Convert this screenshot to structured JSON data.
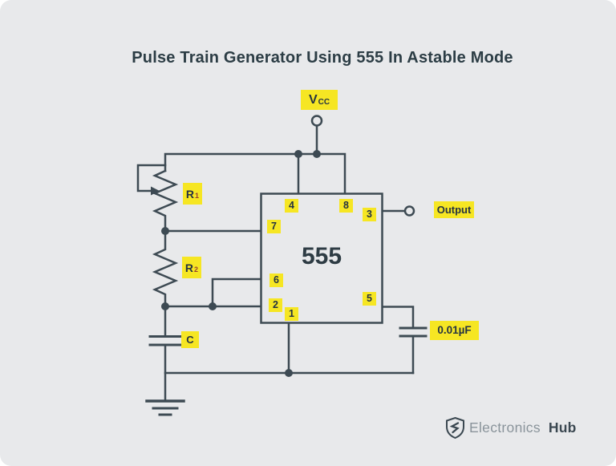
{
  "title": "Pulse Train Generator Using 555 In Astable Mode",
  "colors": {
    "background": "#e8e9eb",
    "wire": "#3d4a53",
    "highlight_yellow": "#f6e623",
    "text_dark": "#2c3d45",
    "subscript_red": "#96402e",
    "logo_gray": "#8a949b"
  },
  "circuit": {
    "ic_label": "555",
    "vcc_label": {
      "main": "V",
      "sub": "CC"
    },
    "output_label": "Output",
    "timing_cap_label": {
      "main": "C",
      "sub": ""
    },
    "control_cap_label": "0.01µF",
    "r1_label": {
      "main": "R",
      "sub": "1"
    },
    "r2_label": {
      "main": "R",
      "sub": "2"
    },
    "pins": [
      {
        "number": "4"
      },
      {
        "number": "8"
      },
      {
        "number": "3"
      },
      {
        "number": "7"
      },
      {
        "number": "6"
      },
      {
        "number": "2"
      },
      {
        "number": "1"
      },
      {
        "number": "5"
      }
    ]
  },
  "footer": {
    "brand_light": "Electronics",
    "brand_bold": "Hub"
  }
}
